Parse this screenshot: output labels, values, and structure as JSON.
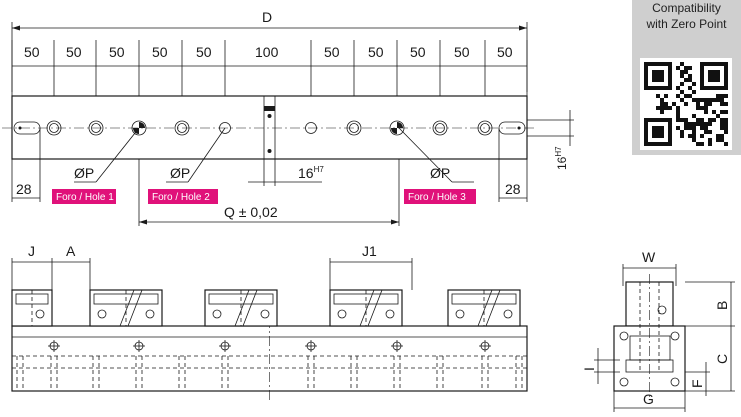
{
  "dims": {
    "D": "D",
    "spacings": [
      "50",
      "50",
      "50",
      "50",
      "50",
      "100",
      "50",
      "50",
      "50",
      "50",
      "50"
    ],
    "edge_left": "28",
    "edge_right": "28",
    "slot_width": "16",
    "slot_tol": "H7",
    "height_tol_value": "16",
    "height_tol": "H7",
    "Q": "Q ± 0,02",
    "phi": "ØP",
    "J": "J",
    "A": "A",
    "J1": "J1",
    "W": "W",
    "B": "B",
    "C": "C",
    "I": "I",
    "F": "F",
    "G": "G"
  },
  "tags": {
    "hole1": "Foro / Hole 1",
    "hole2": "Foro / Hole 2",
    "hole3": "Foro / Hole 3",
    "color": "#e0117a"
  },
  "badge": {
    "line1": "Compatibility",
    "line2": "with Zero Point",
    "background": "#cfcfcf"
  },
  "icons": {
    "qr": "qr-code-icon"
  }
}
